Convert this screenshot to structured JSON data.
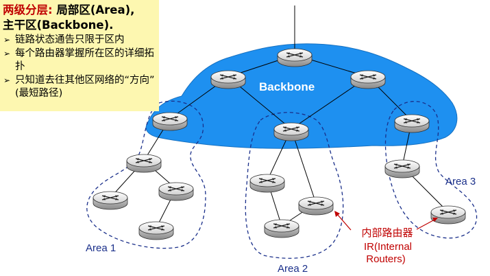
{
  "header": {
    "title_red": "两级分层:",
    "title_rest": " 局部区(Area),",
    "title_line2": "主干区(Backbone).",
    "bullets": [
      "链路状态通告只限于区内",
      "每个路由器掌握所在区的详细拓扑",
      "只知道去往其他区网络的“方向” (最短路径)"
    ],
    "bullet_glyph": "➢"
  },
  "labels": {
    "backbone": "Backbone",
    "area1": "Area 1",
    "area2": "Area 2",
    "area3": "Area 3",
    "internal_cn": "内部路由器",
    "internal_en1": "IR(Internal",
    "internal_en2": "Routers)"
  },
  "colors": {
    "backbone_fill": "#1e90f0",
    "note_bg": "#fdf7b0",
    "accent_red": "#c00000",
    "area_border": "#1a2f8a",
    "label_blue": "#1a2f8a"
  }
}
